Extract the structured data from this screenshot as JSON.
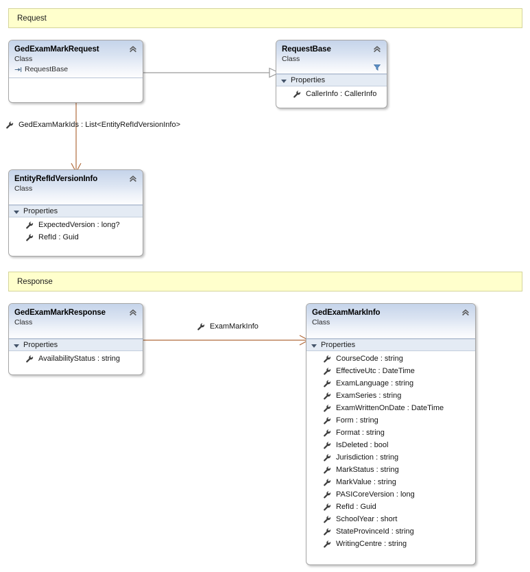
{
  "diagram": {
    "type": "uml-class-diagram",
    "background": "#ffffff",
    "banner_color": "#ffffcc",
    "banner_border": "#d4d49a",
    "inheritance_line_color": "#9a9a9a",
    "association_line_color": "#b06a3b"
  },
  "banners": [
    {
      "id": "request-banner",
      "label": "Request"
    },
    {
      "id": "response-banner",
      "label": "Response"
    }
  ],
  "classes": [
    {
      "id": "ged-exam-mark-request",
      "name": "GedExamMarkRequest",
      "stereotype": "Class",
      "base": "RequestBase",
      "has_funnel": false,
      "compartments": []
    },
    {
      "id": "request-base",
      "name": "RequestBase",
      "stereotype": "Class",
      "base": null,
      "has_funnel": true,
      "compartments": [
        {
          "title": "Properties",
          "members": [
            "CallerInfo : CallerInfo"
          ]
        }
      ]
    },
    {
      "id": "entity-refid-version-info",
      "name": "EntityRefIdVersionInfo",
      "stereotype": "Class",
      "base": null,
      "has_funnel": false,
      "compartments": [
        {
          "title": "Properties",
          "members": [
            "ExpectedVersion : long?",
            "RefId : Guid"
          ]
        }
      ]
    },
    {
      "id": "ged-exam-mark-response",
      "name": "GedExamMarkResponse",
      "stereotype": "Class",
      "base": null,
      "has_funnel": false,
      "compartments": [
        {
          "title": "Properties",
          "members": [
            "AvailabilityStatus : string"
          ]
        }
      ]
    },
    {
      "id": "ged-exam-mark-info",
      "name": "GedExamMarkInfo",
      "stereotype": "Class",
      "base": null,
      "has_funnel": false,
      "compartments": [
        {
          "title": "Properties",
          "members": [
            "CourseCode : string",
            "EffectiveUtc : DateTime",
            "ExamLanguage : string",
            "ExamSeries : string",
            "ExamWrittenOnDate : DateTime",
            "Form : string",
            "Format : string",
            "IsDeleted : bool",
            "Jurisdiction : string",
            "MarkStatus : string",
            "MarkValue : string",
            "PASICoreVersion : long",
            "RefId : Guid",
            "SchoolYear : short",
            "StateProvinceId : string",
            "WritingCentre : string"
          ]
        }
      ]
    }
  ],
  "connectors": [
    {
      "id": "inheritance-request-to-base",
      "kind": "inheritance",
      "from": "GedExamMarkRequest",
      "to": "RequestBase",
      "label": null
    },
    {
      "id": "association-marks-ids",
      "kind": "association",
      "from": "GedExamMarkRequest",
      "to": "EntityRefIdVersionInfo",
      "label": "GedExamMarkIds : List<EntityRefIdVersionInfo>"
    },
    {
      "id": "association-exam-mark-info",
      "kind": "association",
      "from": "GedExamMarkResponse",
      "to": "GedExamMarkInfo",
      "label": "ExamMarkInfo"
    }
  ]
}
